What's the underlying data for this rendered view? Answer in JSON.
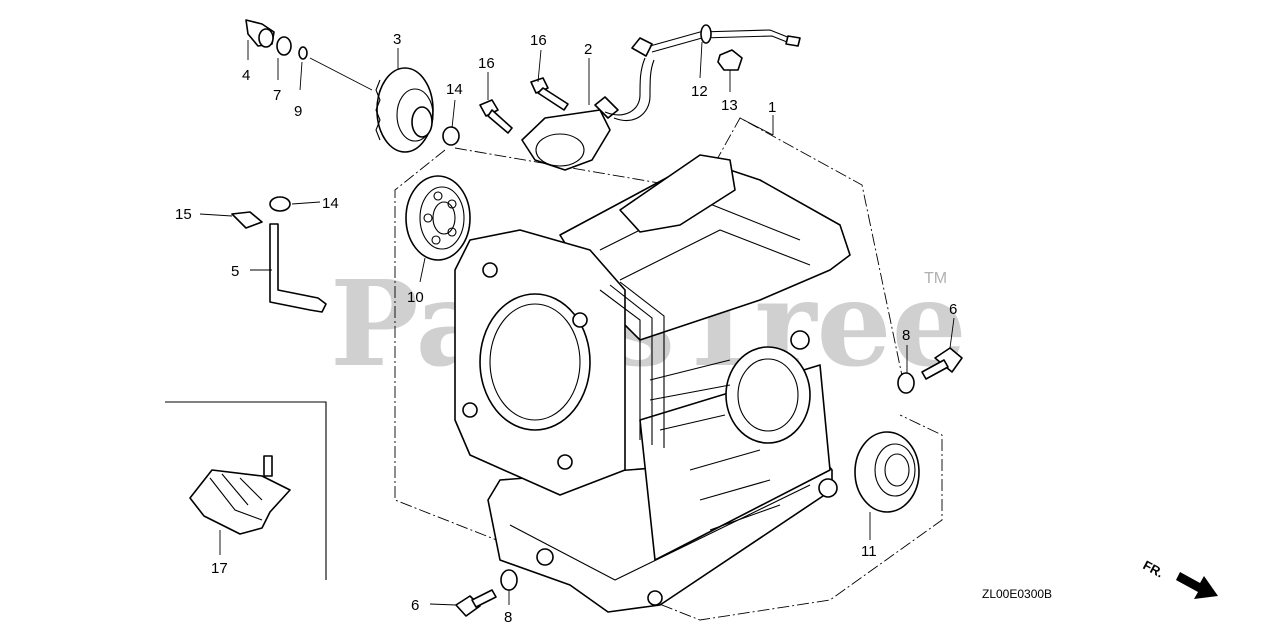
{
  "watermark": {
    "text": "PartsTree",
    "trademark": "TM"
  },
  "diagram_code": "ZL00E0300B",
  "direction_label": "FR.",
  "callouts": {
    "c1": "1",
    "c2": "2",
    "c3": "3",
    "c4": "4",
    "c5": "5",
    "c6a": "6",
    "c6b": "6",
    "c7": "7",
    "c8a": "8",
    "c8b": "8",
    "c9": "9",
    "c10": "10",
    "c11": "11",
    "c12": "12",
    "c13": "13",
    "c14a": "14",
    "c14b": "14",
    "c15": "15",
    "c16a": "16",
    "c16b": "16",
    "c17": "17"
  }
}
